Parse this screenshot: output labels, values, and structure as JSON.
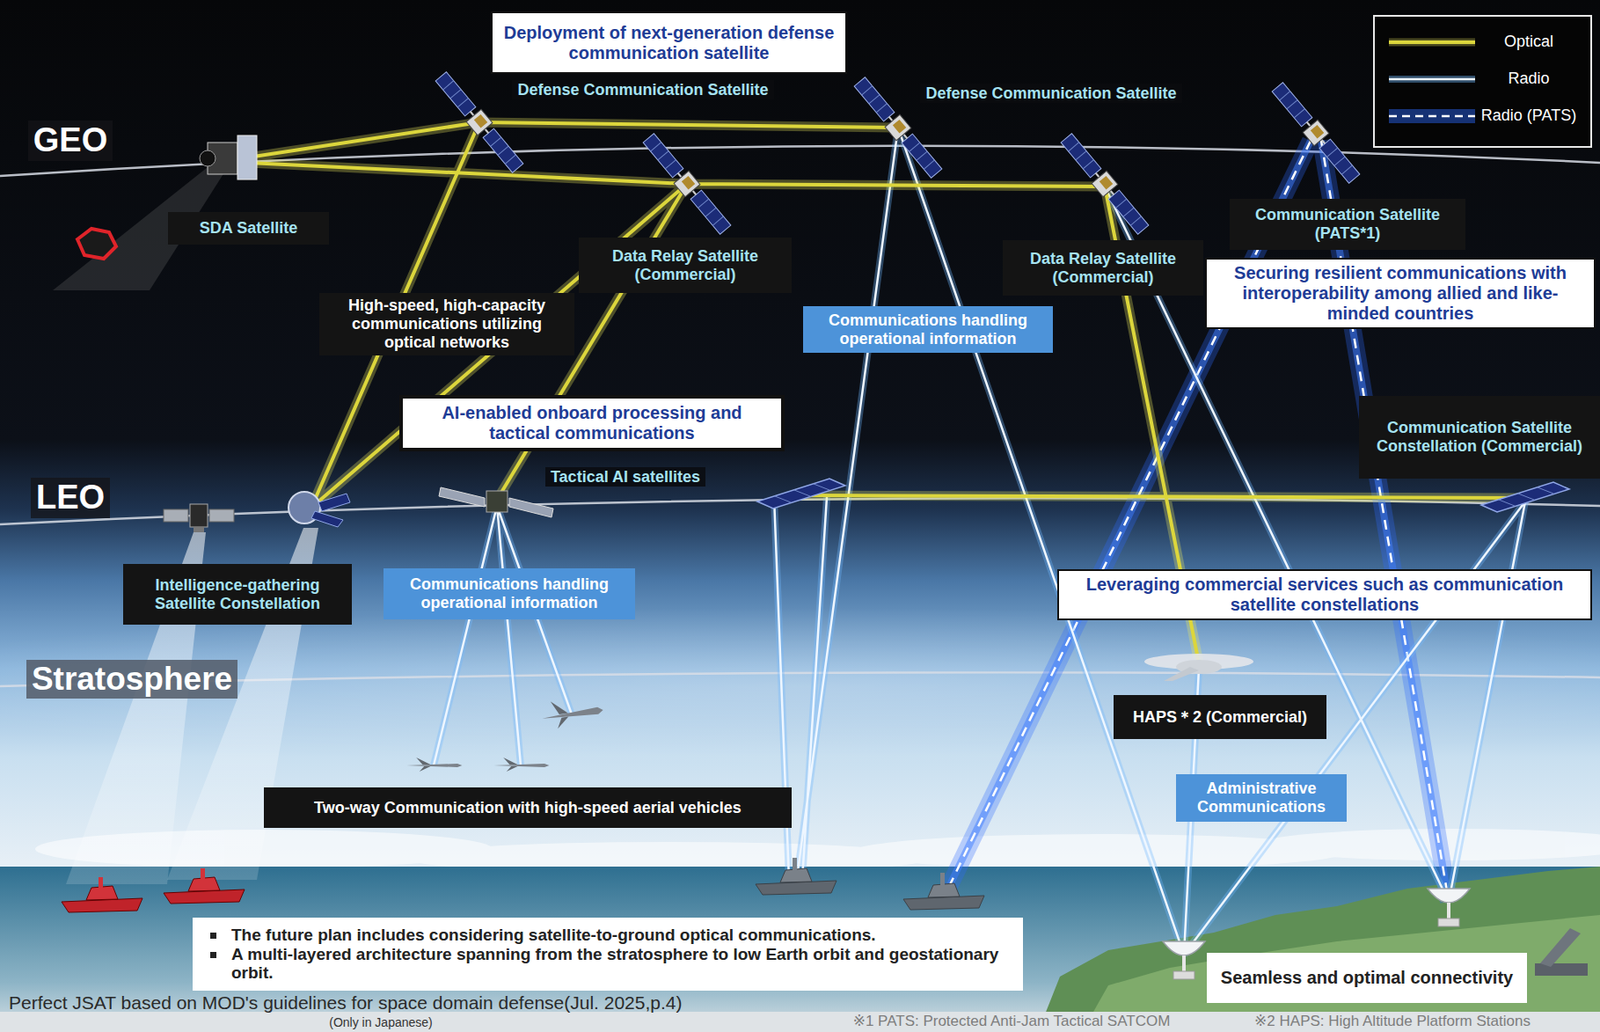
{
  "diagram": {
    "nodes": [
      {
        "text": [
          "Deployment of next-generation defense communication satellite"
        ]
      },
      {
        "text": [
          "SDA Satellite"
        ]
      },
      {
        "text": [
          "Communication Satellite (PATS*1)"
        ]
      },
      {
        "text": [
          "Data Relay Satellite (Commercial)"
        ]
      },
      {
        "text": [
          "Data Relay Satellite (Commercial)"
        ]
      },
      {
        "text": [
          "Securing resilient communications with interoperability among allied and like-minded countries"
        ]
      },
      {
        "text": [
          "High-speed, high-capacity communications utilizing optical networks"
        ]
      },
      {
        "text": [
          "Communications handling operational information"
        ]
      },
      {
        "text": [
          "AI-enabled onboard processing and tactical communications"
        ]
      },
      {
        "text": [
          "Communication Satellite Constellation (Commercial)"
        ]
      },
      {
        "text": [
          "Intelligence-gathering Satellite Constellation"
        ]
      },
      {
        "text": [
          "Communications handling operational information"
        ]
      },
      {
        "text": [
          "Leveraging commercial services such as communication satellite constellations"
        ]
      },
      {
        "text": [
          "HAPS＊2 (Commercial)"
        ]
      },
      {
        "text": [
          "Administrative Communications"
        ]
      },
      {
        "text": [
          "Two-way Communication with high-speed aerial vehicles"
        ]
      },
      {
        "text": [
          "The future plan includes considering satellite-to-ground optical communications.",
          "A multi-layered architecture spanning from the stratosphere to low Earth orbit and geostationary orbit."
        ]
      },
      {
        "text": [
          "Seamless and optimal connectivity"
        ]
      }
    ],
    "labels": [
      "GEO",
      "Defense Communication Satellite",
      "Defense Communication Satellite",
      "LEO",
      "Tactical AI satellites",
      "Stratosphere",
      "Perfect JSAT based on MOD's guidelines for space domain defense(Jul. 2025,p.4)",
      "(Only in Japanese)",
      "※1 PATS: Protected Anti-Jam Tactical SATCOM",
      "※2 HAPS: High Altitude Platform Stations"
    ],
    "legend": [
      {
        "text": "Optical"
      },
      {
        "text": "Radio"
      },
      {
        "text": "Radio (PATS)"
      }
    ]
  }
}
